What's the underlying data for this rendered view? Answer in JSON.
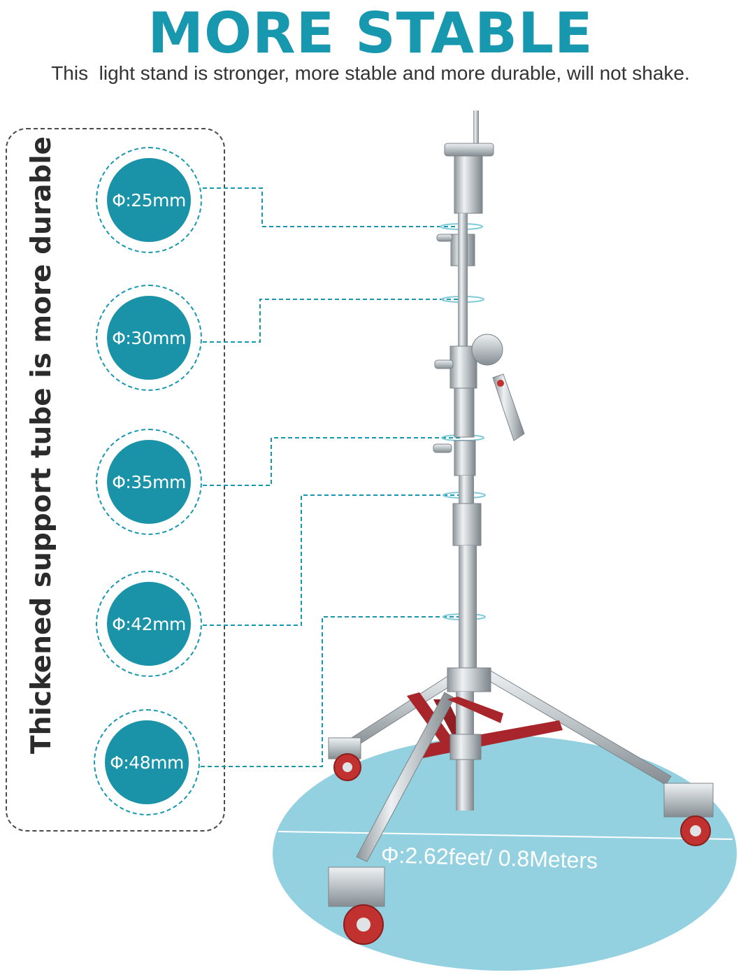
{
  "header": {
    "title": "MORE STABLE",
    "subtitle": "This  light stand is stronger, more stable and more durable, will not shake."
  },
  "side_panel": {
    "label": "Thickened support tube is more durable"
  },
  "badges": [
    {
      "text": "Φ:25mm"
    },
    {
      "text": "Φ:30mm"
    },
    {
      "text": "Φ:35mm"
    },
    {
      "text": "Φ:42mm"
    },
    {
      "text": "Φ:48mm"
    }
  ],
  "base": {
    "diameter_text": "Φ:2.62feet/ 0.8Meters"
  },
  "colors": {
    "accent": "#1798ae",
    "badge_fill": "#1a93a8",
    "base_disc": "#8dcfdf",
    "stand_brace": "#a8262b",
    "wheel": "#c0312f",
    "steel": "#c9cfd3"
  },
  "icons": {
    "stand": "light-stand-illustration"
  }
}
